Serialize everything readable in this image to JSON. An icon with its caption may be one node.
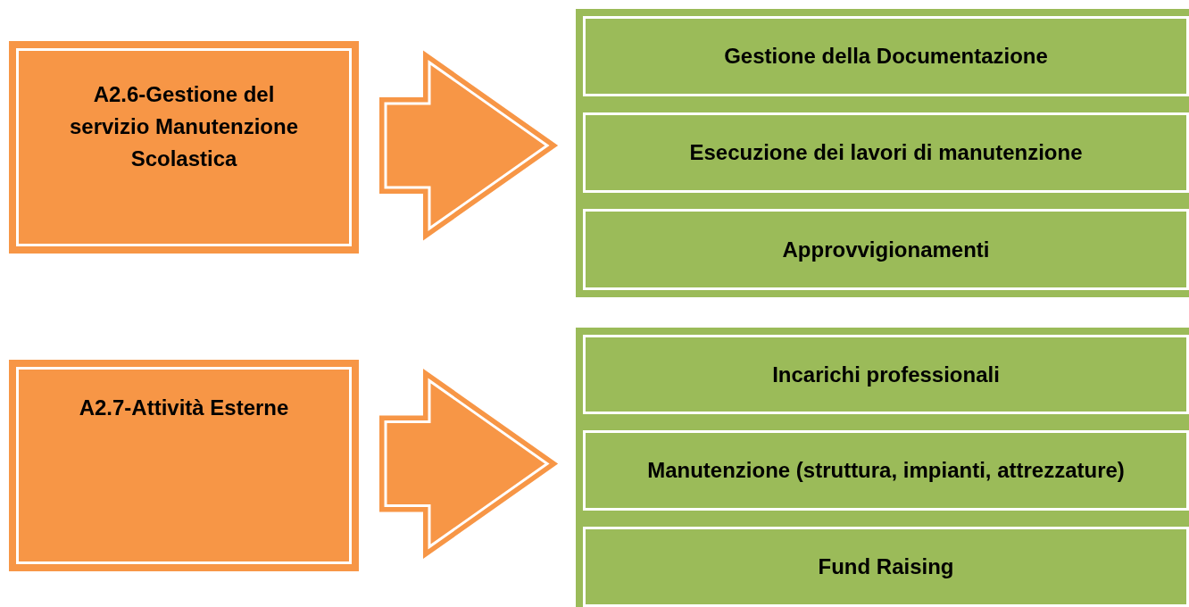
{
  "diagram": {
    "nodes": [
      {
        "text": [
          "A2.6-Gestione del servizio Manutenzione Scolastica"
        ]
      },
      {
        "text": [],
        "shape": "box"
      },
      {
        "text": [
          "Gestione della Documentazione"
        ],
        "in": 1
      },
      {
        "text": [
          "Esecuzione dei lavori di manutenzione"
        ],
        "in": 1
      },
      {
        "text": [
          "Approvvigionamenti"
        ],
        "in": 1
      },
      {
        "text": [
          "A2.7-Attività Esterne"
        ]
      },
      {
        "text": [],
        "shape": "box"
      },
      {
        "text": [
          "Incarichi professionali"
        ],
        "in": 6
      },
      {
        "text": [
          "Manutenzione (struttura, impianti, attrezzature)"
        ],
        "in": 6
      },
      {
        "text": [
          "Fund Raising"
        ],
        "in": 6
      }
    ],
    "edges": [
      {
        "from": 0,
        "to": 1,
        "arrow": "to"
      },
      {
        "from": 5,
        "to": 6,
        "arrow": "to"
      }
    ]
  }
}
